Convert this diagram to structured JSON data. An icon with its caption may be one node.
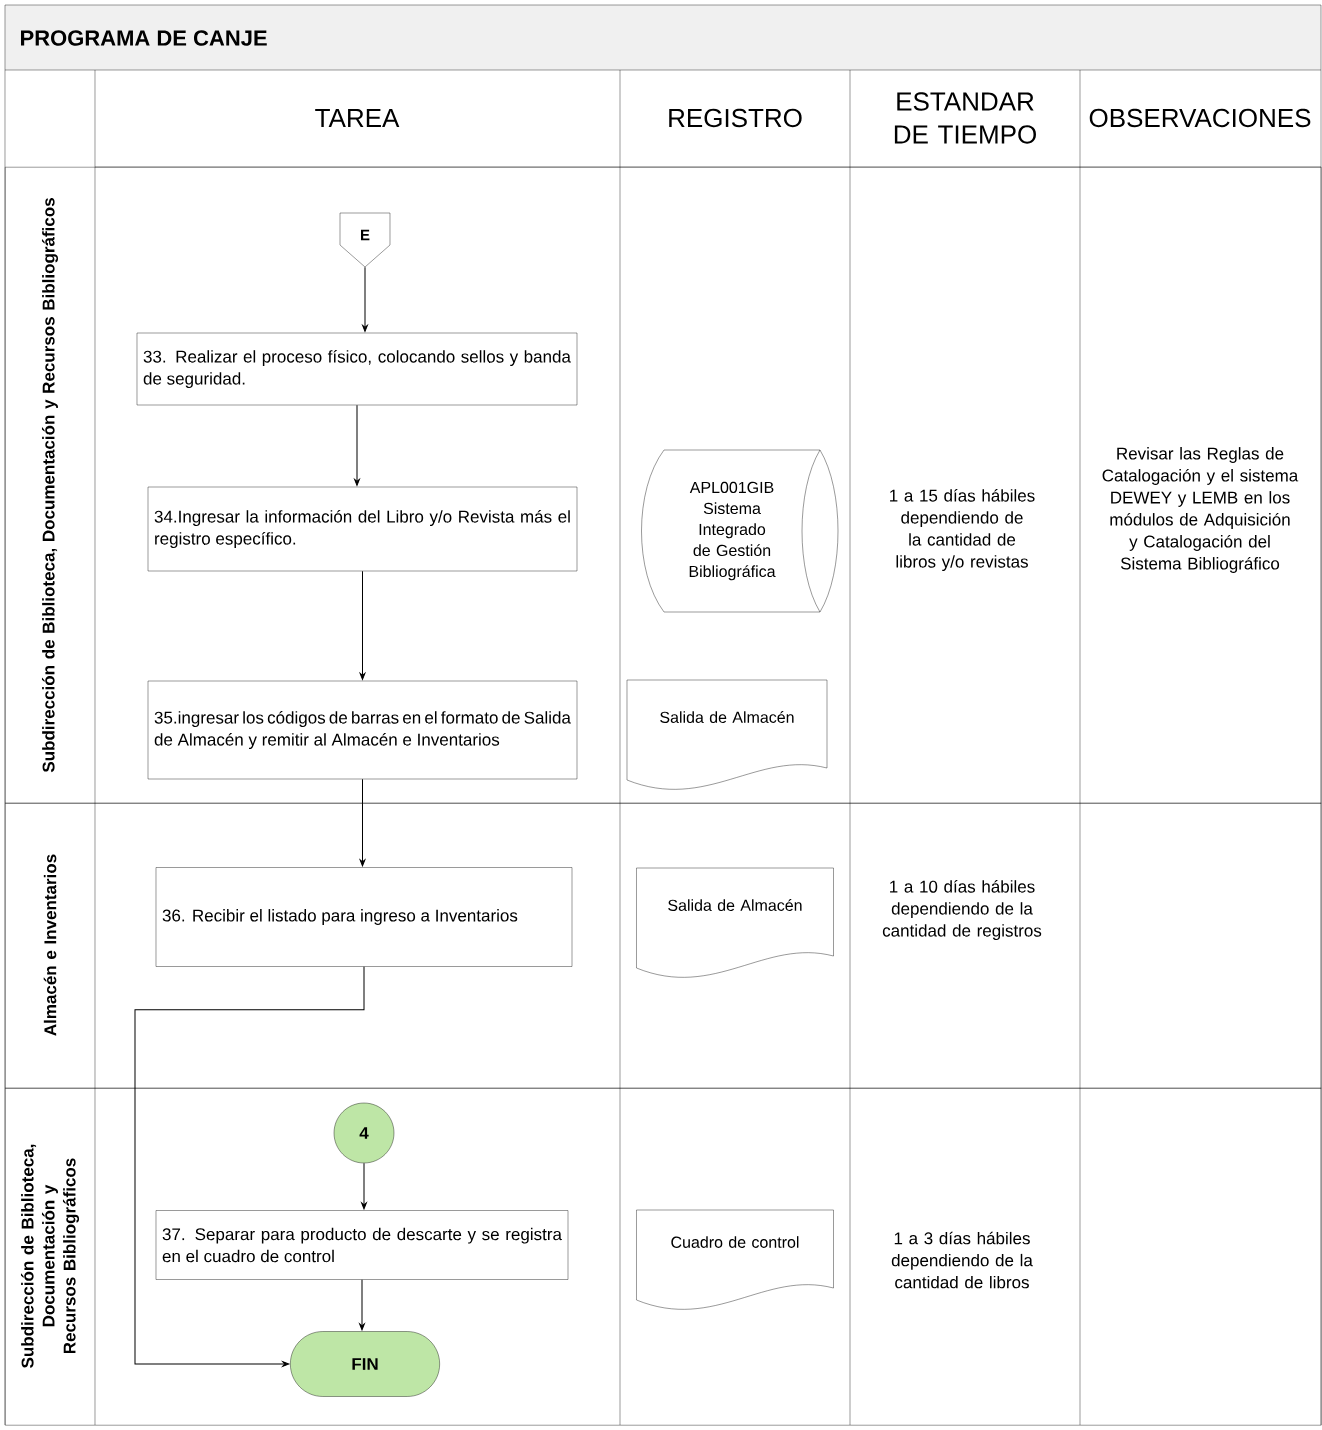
{
  "diagram": {
    "title": "PROGRAMA DE CANJE",
    "nodes": [
      {
        "text": [
          "Subdirección de Biblioteca, Documentación y Recursos Bibliográficos"
        ]
      },
      {
        "text": [
          "Almacén e Inventarios"
        ]
      },
      {
        "text": [
          "Subdirección de Biblioteca, Documentación y Recursos Bibliográficos"
        ]
      },
      {
        "text": [
          "E"
        ],
        "in": 0
      },
      {
        "text": [
          "33. Realizar el proceso físico, colocando sellos y banda de seguridad."
        ],
        "in": 0
      },
      {
        "text": [
          "34.Ingresar la información del Libro y/o Revista más el registro específico."
        ],
        "in": 0
      },
      {
        "text": [
          "35.ingresar los códigos de barras en el formato de Salida de Almacén y remitir al Almacén e Inventarios"
        ],
        "in": 0
      },
      {
        "text": [
          "APL001GIB Sistema Integrado de Gestión Bibliográfica"
        ],
        "in": 0
      },
      {
        "text": [
          "Salida de Almacén"
        ],
        "in": 0
      },
      {
        "text": [
          "36. Recibir el listado para ingreso a Inventarios"
        ],
        "in": 1
      },
      {
        "text": [
          "Salida de Almacén"
        ],
        "in": 1
      },
      {
        "text": [
          "4"
        ],
        "in": 2
      },
      {
        "text": [
          "37. Separar para producto de descarte y se registra en el cuadro de control"
        ],
        "in": 2
      },
      {
        "text": [
          "FIN"
        ],
        "in": 2
      },
      {
        "text": [
          "Cuadro de control"
        ],
        "in": 2
      }
    ],
    "edges": [
      {
        "from": 3,
        "to": 4,
        "arrow": "to"
      },
      {
        "from": 4,
        "to": 5,
        "arrow": "to"
      },
      {
        "from": 5,
        "to": 6,
        "arrow": "to"
      },
      {
        "from": 6,
        "to": 9,
        "arrow": "to"
      },
      {
        "from": 9,
        "to": 13,
        "arrow": "to"
      },
      {
        "from": 11,
        "to": 12,
        "arrow": "to"
      },
      {
        "from": 12,
        "to": 13,
        "arrow": "to"
      }
    ],
    "labels": [
      "TAREA",
      "REGISTRO",
      "ESTANDAR DE TIEMPO",
      "OBSERVACIONES",
      "1 a 15 días hábiles dependiendo de la cantidad de libros y/o revistas",
      "Revisar las Reglas de Catalogación y el sistema DEWEY y LEMB en los módulos de Adquisición y Catalogación del Sistema Bibliográfico",
      "1 a 10 días hábiles dependiendo de la cantidad de registros",
      "1 a 3 días hábiles dependiendo de la cantidad de libros"
    ]
  }
}
